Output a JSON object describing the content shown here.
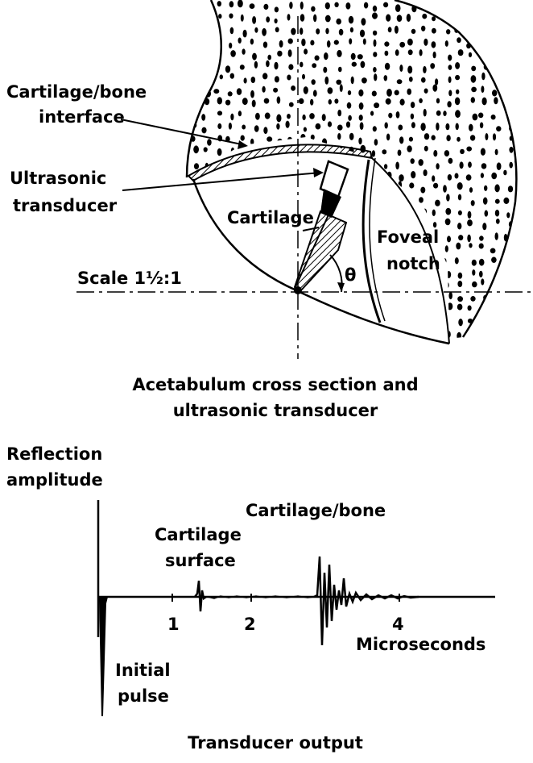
{
  "top_diagram": {
    "labels": {
      "cartilage_bone_interface_line1": "Cartilage/bone",
      "cartilage_bone_interface_line2": "interface",
      "ultrasonic_transducer_line1": "Ultrasonic",
      "ultrasonic_transducer_line2": "transducer",
      "cartilage": "Cartilage",
      "foveal_notch_line1": "Foveal",
      "foveal_notch_line2": "notch",
      "scale": "Scale 1½:1",
      "angle": "θ"
    },
    "caption_line1": "Acetabulum cross section and",
    "caption_line2": "ultrasonic transducer"
  },
  "bottom_plot": {
    "ylabel_line1": "Reflection",
    "ylabel_line2": "amplitude",
    "xlabel": "Microseconds",
    "x_ticks": [
      "1",
      "2",
      "4"
    ],
    "annotations": {
      "cartilage_bone": "Cartilage/bone",
      "cartilage_surface_line1": "Cartilage",
      "cartilage_surface_line2": "surface",
      "initial_pulse_line1": "Initial",
      "initial_pulse_line2": "pulse"
    },
    "caption": "Transducer output"
  },
  "colors": {
    "ink": "#000000",
    "background": "#ffffff"
  }
}
